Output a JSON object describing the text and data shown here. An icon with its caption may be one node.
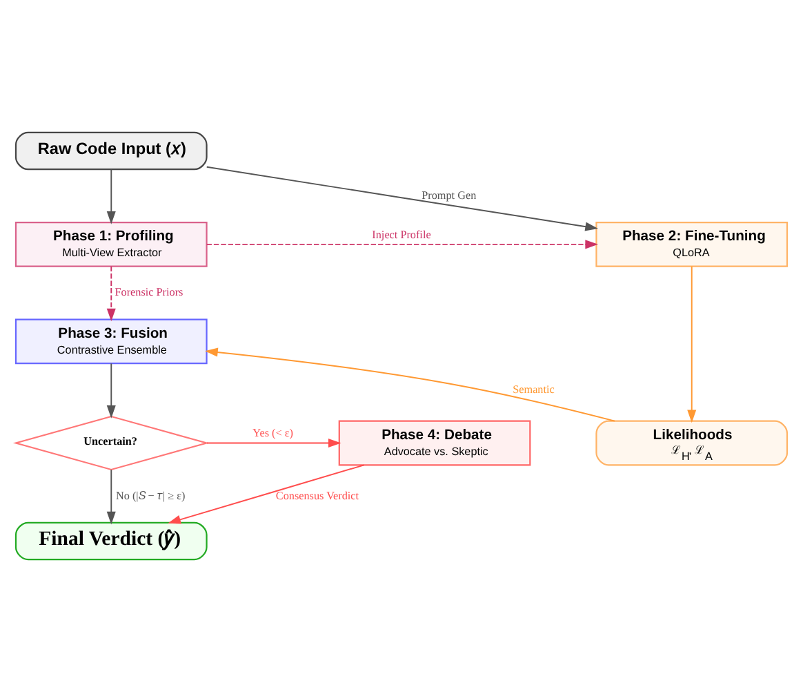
{
  "diagram": {
    "nodes": [
      {
        "text": [
          "Raw Code Input (𝑥)"
        ]
      },
      {
        "text": [
          "Phase 1: Profiling",
          "Multi-View Extractor"
        ]
      },
      {
        "text": [
          "Phase 2: Fine-Tuning",
          "QLoRA"
        ]
      },
      {
        "text": [
          "Phase 3: Fusion",
          "Contrastive Ensemble"
        ]
      },
      {
        "text": [
          "Likelihoods",
          "ℒ$_{H}$, ℒ$_{A}$"
        ]
      },
      {
        "text": [
          "Uncertain?"
        ]
      },
      {
        "text": [
          "Phase 4: Debate",
          "Advocate vs. Skeptic"
        ]
      },
      {
        "text": [
          "Final Verdict (𝑦̂)"
        ]
      }
    ],
    "edges": [
      {
        "from": 0,
        "to": 1,
        "arrow": "to"
      },
      {
        "from": 0,
        "to": 2,
        "arrow": "to",
        "label": "Prompt Gen"
      },
      {
        "from": 1,
        "to": 2,
        "arrow": "to",
        "label": "Inject Profile",
        "style": "dashed",
        "color": "#cc3366"
      },
      {
        "from": 1,
        "to": 3,
        "arrow": "to",
        "label": "Forensic Priors",
        "style": "dashed",
        "color": "#cc3366"
      },
      {
        "from": 2,
        "to": 4,
        "arrow": "to",
        "color": "#ff9933"
      },
      {
        "from": 4,
        "to": 3,
        "arrow": "to",
        "label": "Semantic",
        "color": "#ff9933"
      },
      {
        "from": 3,
        "to": 5,
        "arrow": "to"
      },
      {
        "from": 5,
        "to": 6,
        "arrow": "to",
        "label": "Yes (< ε)",
        "color": "#ff4d4d"
      },
      {
        "from": 5,
        "to": 7,
        "arrow": "to",
        "label": "No (|𝑆 − 𝜏| ≥ ε)"
      },
      {
        "from": 6,
        "to": 7,
        "arrow": "to",
        "label": "Consensus Verdict",
        "color": "#ff4d4d"
      }
    ]
  }
}
